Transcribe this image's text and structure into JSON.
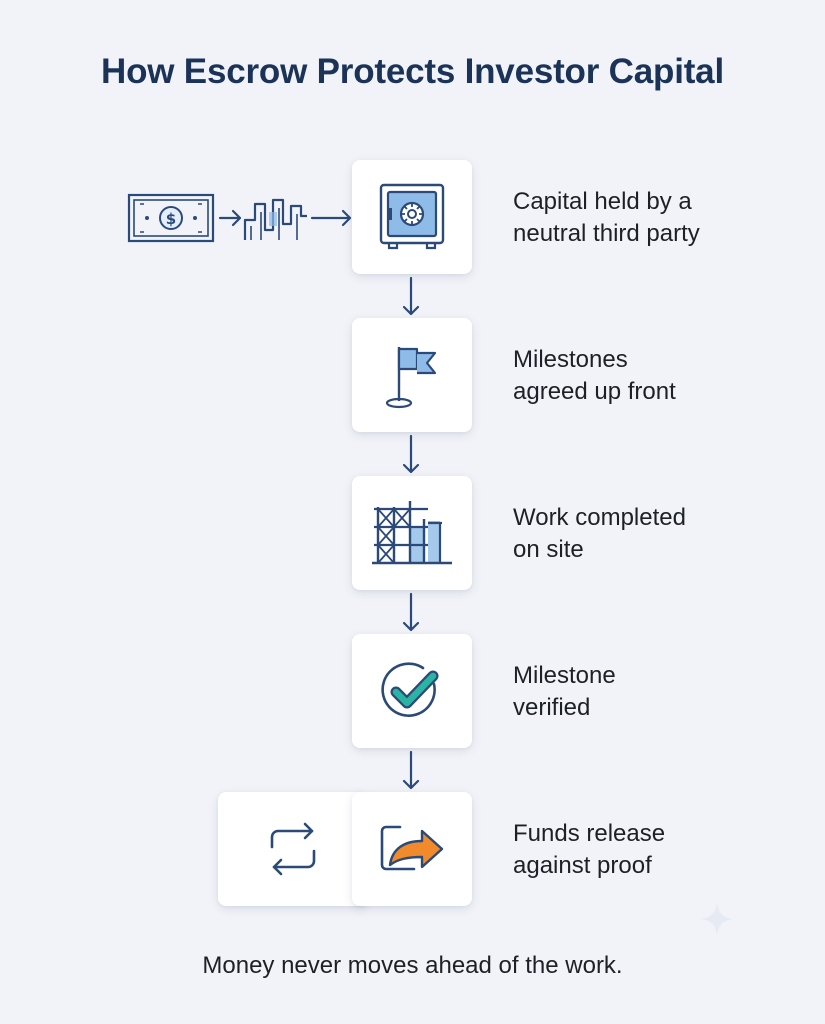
{
  "title": "How Escrow Protects Investor Capital",
  "steps": [
    {
      "line1": "Capital held by a",
      "line2": "neutral third party",
      "icon": "safe-icon"
    },
    {
      "line1": "Milestones",
      "line2": "agreed up front",
      "icon": "flag-icon"
    },
    {
      "line1": "Work completed",
      "line2": "on site",
      "icon": "scaffolding-icon"
    },
    {
      "line1": "Milestone",
      "line2": "verified",
      "icon": "check-circle-icon"
    },
    {
      "line1": "Funds release",
      "line2": "against proof",
      "icon": "release-arrow-icon"
    }
  ],
  "footer": "Money never moves ahead of the work.",
  "icons": [
    "banknote-icon",
    "cash-flow-icon",
    "cycle-icon",
    "sparkle-icon"
  ],
  "colors": {
    "title": "#1b3357",
    "stroke": "#2c4a78",
    "accent_blue": "#8fbbe8",
    "check_teal": "#2bb3a3",
    "arrow_orange": "#f08a2b",
    "background": "#f1f3f8"
  }
}
